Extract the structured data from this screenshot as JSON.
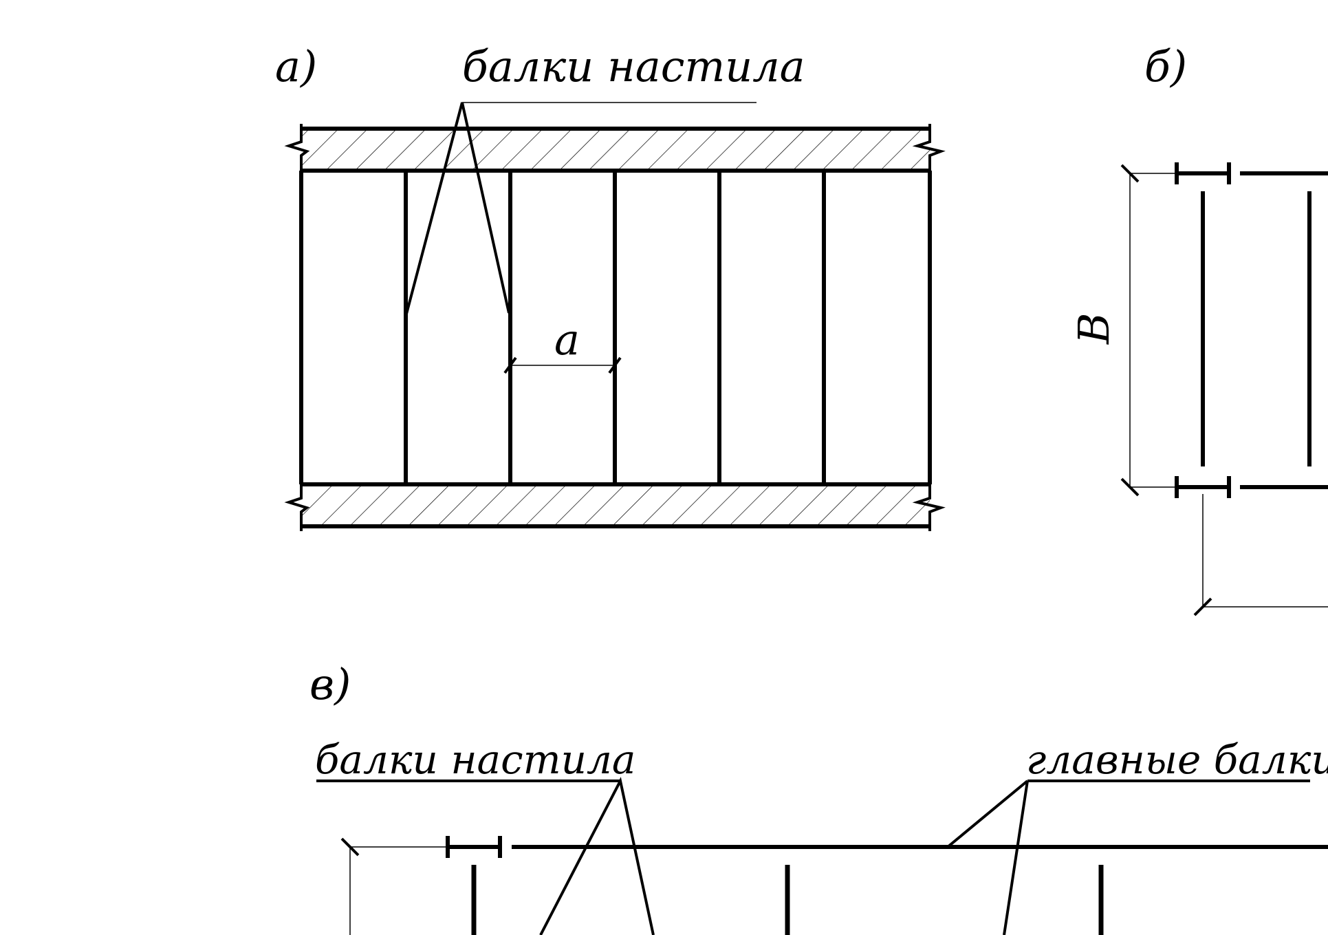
{
  "panels": {
    "a": {
      "tag": "а)",
      "leader_label": "балки настила",
      "dimension_label": "a"
    },
    "b": {
      "tag": "б)",
      "dimension_label": "B"
    },
    "c": {
      "tag": "в)",
      "leader_label_left": "балки настила",
      "leader_label_right": "главные балки"
    }
  },
  "colors": {
    "line": "#000000",
    "background": "#ffffff"
  }
}
